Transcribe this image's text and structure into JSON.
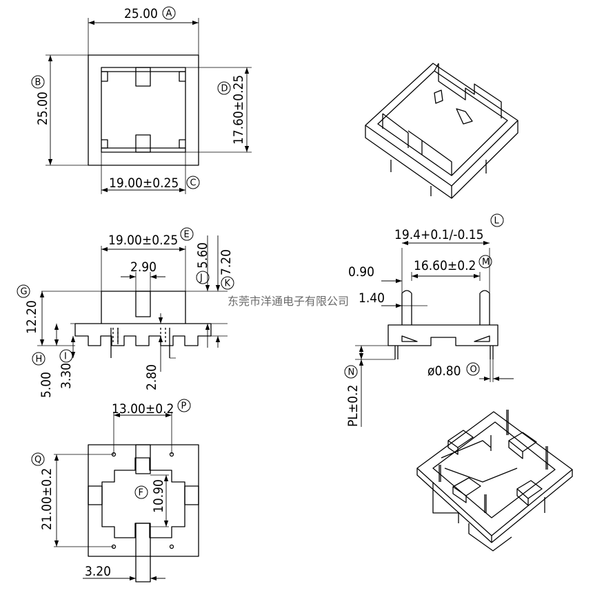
{
  "top_view": {
    "width_label": "25.00",
    "height_label": "25.00",
    "inner_height_label": "17.60±0.25",
    "inner_width_label": "19.00±0.25",
    "bubbles": {
      "a": "A",
      "b": "B",
      "c": "C",
      "d": "D"
    }
  },
  "front_view": {
    "width_label": "19.00±0.25",
    "slot_label": "2.90",
    "h1_label": "5.60",
    "h2_label": "7.20",
    "height_label": "12.20",
    "base_label": "5.00",
    "pin_offset_label": "3.30",
    "pin_label": "2.80",
    "bubbles": {
      "e": "E",
      "g": "G",
      "h": "H",
      "i": "I",
      "j": "J",
      "k": "K"
    }
  },
  "side_view": {
    "outer_label": "19.4+0.1/-0.15",
    "wall_label": "0.90",
    "inner_label": "16.60±0.2",
    "wall2_label": "1.40",
    "pin_dia_label": "ø0.80",
    "pl_label": "PL±0.2",
    "bubbles": {
      "l": "L",
      "m": "M",
      "n": "N",
      "o": "O"
    }
  },
  "bottom_view": {
    "pin_span_label": "13.00±0.2",
    "depth_label": "21.00±0.2",
    "window_label": "10.90",
    "slot_label": "3.20",
    "bubbles": {
      "p": "P",
      "q": "Q",
      "f": "F"
    }
  },
  "watermark": "东莞市洋通电子有限公司"
}
